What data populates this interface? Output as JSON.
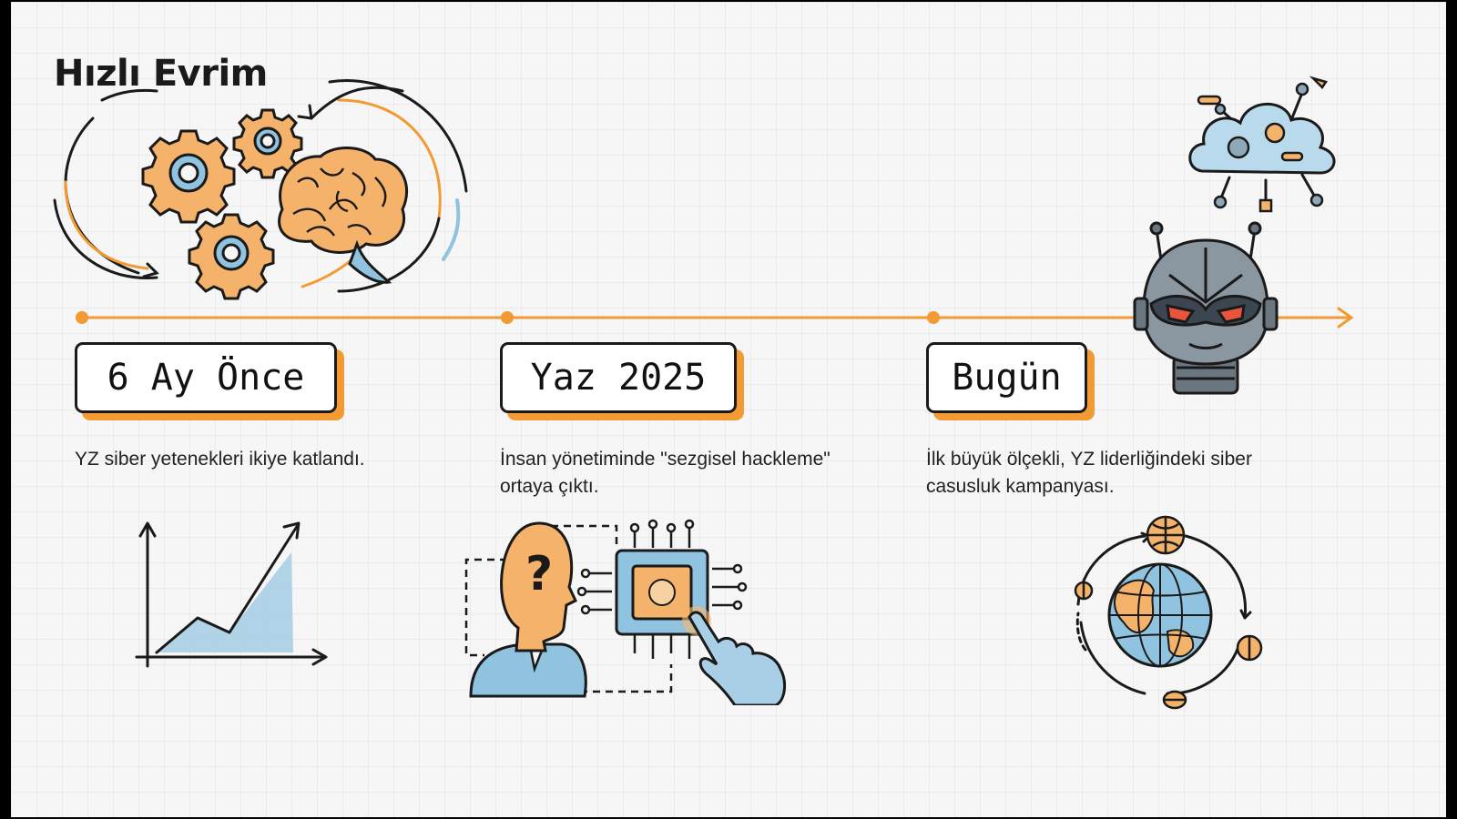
{
  "title": "Hızlı Evrim",
  "colors": {
    "accent": "#f29a33",
    "ink": "#1a1a1a",
    "blue": "#8fc3e0",
    "background": "#f6f6f6"
  },
  "milestones": [
    {
      "label": "6 Ay Önce",
      "description": "YZ siber yetenekleri ikiye katlandı.",
      "icon": "rising-chart-icon"
    },
    {
      "label": "Yaz 2025",
      "description": "İnsan yönetiminde \"sezgisel hackleme\" ortaya çıktı.",
      "icon": "human-chip-icon"
    },
    {
      "label": "Bugün",
      "description": "İlk büyük ölçekli, YZ liderliğindeki siber casusluk kampanyası.",
      "icon": "globe-network-icon"
    }
  ],
  "decorations": [
    "gears-brain-icon",
    "cloud-network-icon",
    "robot-head-icon"
  ]
}
